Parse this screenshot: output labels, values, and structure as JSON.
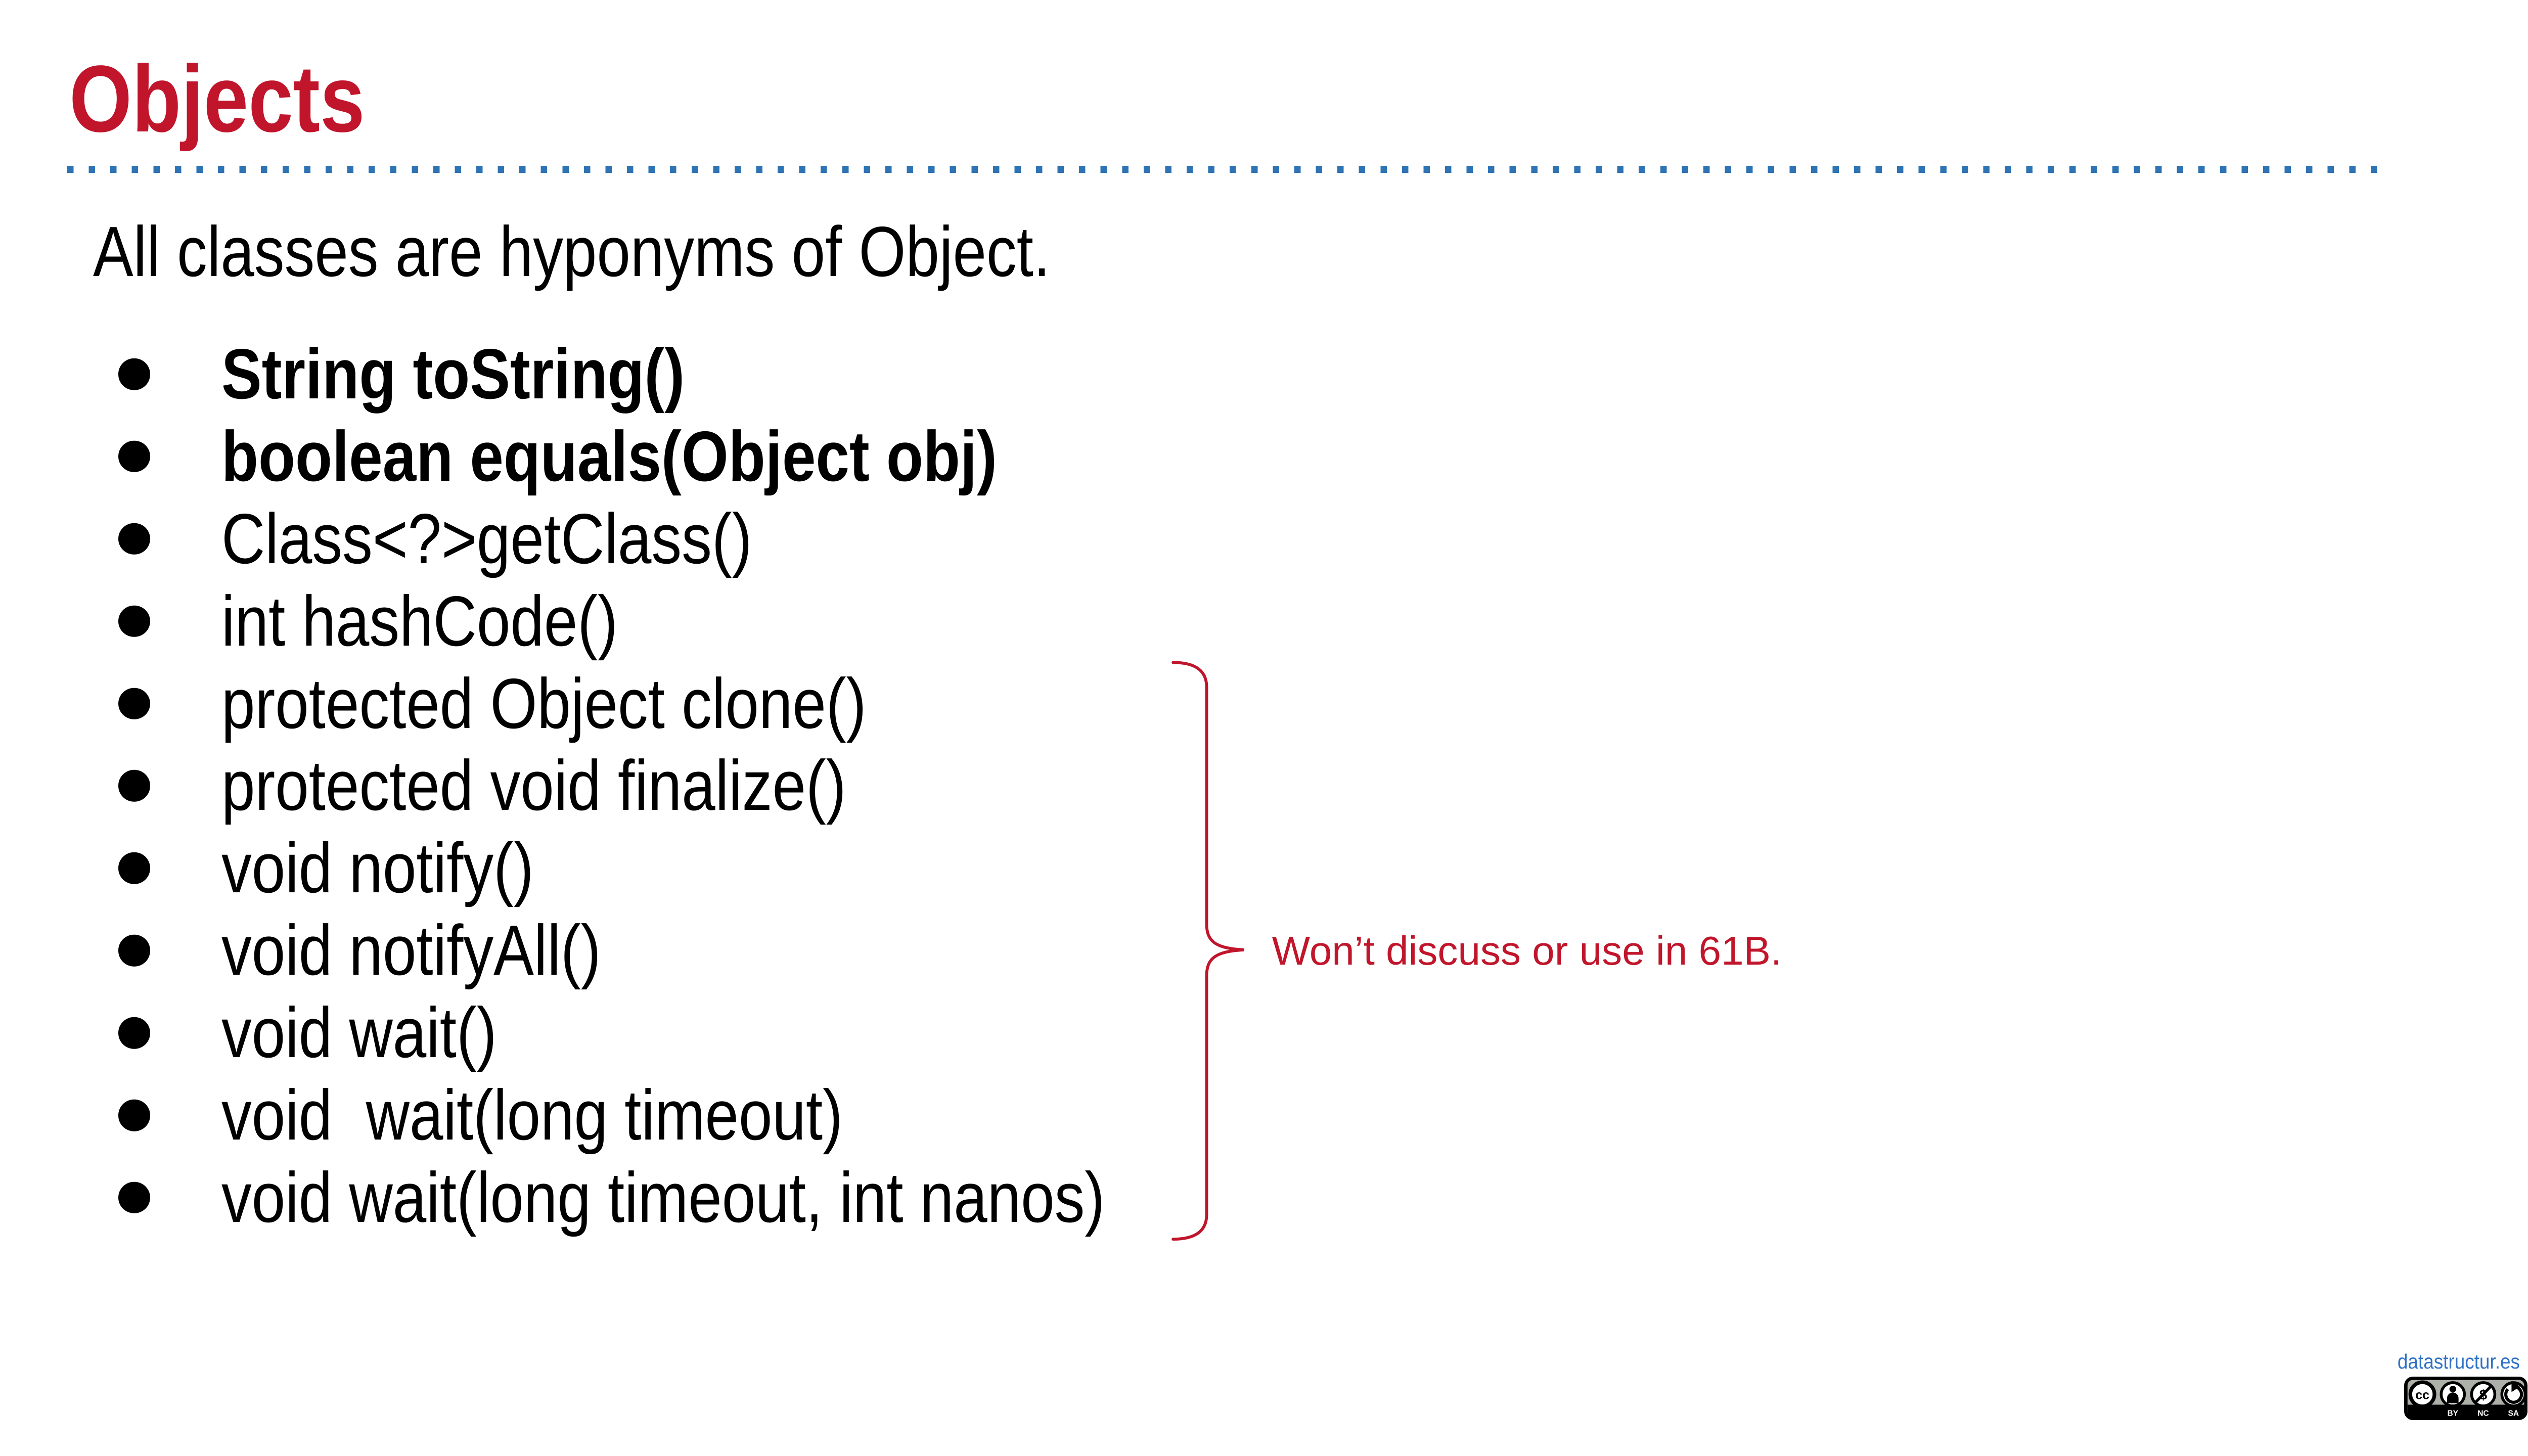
{
  "slide": {
    "title": "Objects",
    "intro": "All classes are hyponyms of Object.",
    "bullets": [
      {
        "text": "String toString()",
        "bold": true
      },
      {
        "text": "boolean equals(Object obj)",
        "bold": true
      },
      {
        "text": "Class<?>getClass()",
        "bold": false
      },
      {
        "text": "int hashCode()",
        "bold": false
      },
      {
        "text": "protected Object clone()",
        "bold": false
      },
      {
        "text": "protected void finalize()",
        "bold": false
      },
      {
        "text": "void notify()",
        "bold": false
      },
      {
        "text": "void notifyAll()",
        "bold": false
      },
      {
        "text": "void wait()",
        "bold": false
      },
      {
        "text": "void  wait(long timeout)",
        "bold": false
      },
      {
        "text": "void wait(long timeout, int nanos)",
        "bold": false
      }
    ],
    "annotation": {
      "text": "Won’t discuss or use in 61B."
    },
    "footer": {
      "link": "datastructur.es",
      "license": {
        "cc": "cc",
        "dollar": "$",
        "labels": [
          "BY",
          "NC",
          "SA"
        ]
      }
    },
    "colors": {
      "accent_red": "#C0152B",
      "rule_blue": "#2E74B5",
      "link_blue": "#2E72C6",
      "text_black": "#000000",
      "badge_gray": "#ADB0A8"
    }
  }
}
